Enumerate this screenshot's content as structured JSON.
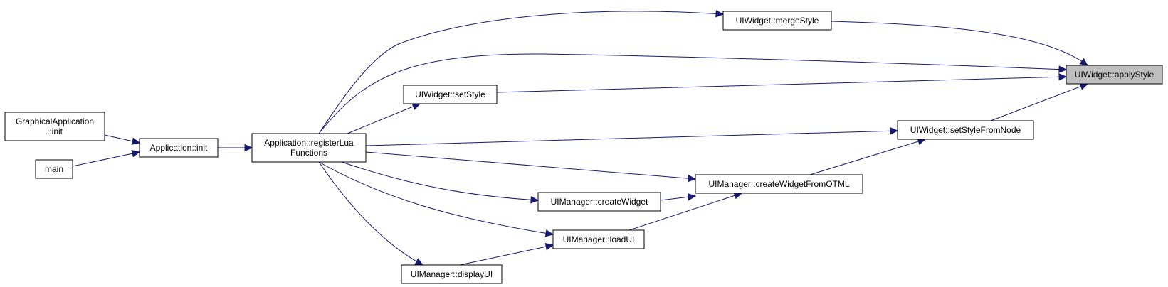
{
  "graph": {
    "title": "",
    "edge_color": "#191970",
    "root_fill": "#bfbfbf",
    "nodes": [
      {
        "id": "applyStyle",
        "lines": [
          "UIWidget::applyStyle"
        ],
        "root": true
      },
      {
        "id": "mergeStyle",
        "lines": [
          "UIWidget::mergeStyle"
        ]
      },
      {
        "id": "setStyle",
        "lines": [
          "UIWidget::setStyle"
        ]
      },
      {
        "id": "setStyleFromNode",
        "lines": [
          "UIWidget::setStyleFromNode"
        ]
      },
      {
        "id": "registerLua",
        "lines": [
          "Application::registerLua",
          "Functions"
        ]
      },
      {
        "id": "appInit",
        "lines": [
          "Application::init"
        ]
      },
      {
        "id": "gfxInit",
        "lines": [
          "GraphicalApplication",
          "::init"
        ]
      },
      {
        "id": "main",
        "lines": [
          "main"
        ]
      },
      {
        "id": "createFromOTML",
        "lines": [
          "UIManager::createWidgetFromOTML"
        ]
      },
      {
        "id": "createWidget",
        "lines": [
          "UIManager::createWidget"
        ]
      },
      {
        "id": "loadUI",
        "lines": [
          "UIManager::loadUI"
        ]
      },
      {
        "id": "displayUI",
        "lines": [
          "UIManager::displayUI"
        ]
      }
    ],
    "edges": [
      {
        "from": "mergeStyle",
        "to": "applyStyle"
      },
      {
        "from": "registerLua",
        "to": "applyStyle"
      },
      {
        "from": "setStyle",
        "to": "applyStyle"
      },
      {
        "from": "setStyleFromNode",
        "to": "applyStyle"
      },
      {
        "from": "registerLua",
        "to": "mergeStyle"
      },
      {
        "from": "registerLua",
        "to": "setStyle"
      },
      {
        "from": "registerLua",
        "to": "setStyleFromNode"
      },
      {
        "from": "createFromOTML",
        "to": "setStyleFromNode"
      },
      {
        "from": "registerLua",
        "to": "createFromOTML"
      },
      {
        "from": "createWidget",
        "to": "createFromOTML"
      },
      {
        "from": "loadUI",
        "to": "createFromOTML"
      },
      {
        "from": "registerLua",
        "to": "createWidget"
      },
      {
        "from": "registerLua",
        "to": "loadUI"
      },
      {
        "from": "displayUI",
        "to": "loadUI"
      },
      {
        "from": "registerLua",
        "to": "displayUI"
      },
      {
        "from": "appInit",
        "to": "registerLua"
      },
      {
        "from": "gfxInit",
        "to": "appInit"
      },
      {
        "from": "main",
        "to": "appInit"
      }
    ]
  }
}
